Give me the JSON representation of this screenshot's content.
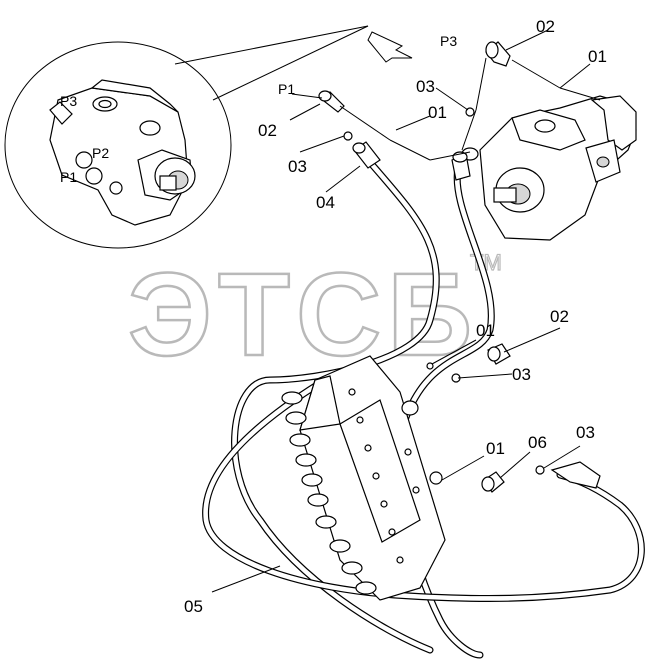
{
  "watermark": {
    "text": "ЭТСБ",
    "trademark": "TM"
  },
  "port_labels": {
    "inset_p3": "P3",
    "inset_p2": "P2",
    "inset_p1": "P1",
    "pump_p3": "P3",
    "pump_p1": "P1"
  },
  "callouts": [
    {
      "id": "02",
      "text": "02"
    },
    {
      "id": "01",
      "text": "01"
    },
    {
      "id": "03",
      "text": "03"
    },
    {
      "id": "01",
      "text": "01"
    },
    {
      "id": "02",
      "text": "02"
    },
    {
      "id": "03",
      "text": "03"
    },
    {
      "id": "04",
      "text": "04"
    },
    {
      "id": "01",
      "text": "01"
    },
    {
      "id": "02",
      "text": "02"
    },
    {
      "id": "03",
      "text": "03"
    },
    {
      "id": "01",
      "text": "01"
    },
    {
      "id": "06",
      "text": "06"
    },
    {
      "id": "03",
      "text": "03"
    },
    {
      "id": "05",
      "text": "05"
    }
  ],
  "icons": {
    "view_arrow": "arrow-icon",
    "pump": "hydraulic-pump",
    "valve": "control-valve-block"
  }
}
